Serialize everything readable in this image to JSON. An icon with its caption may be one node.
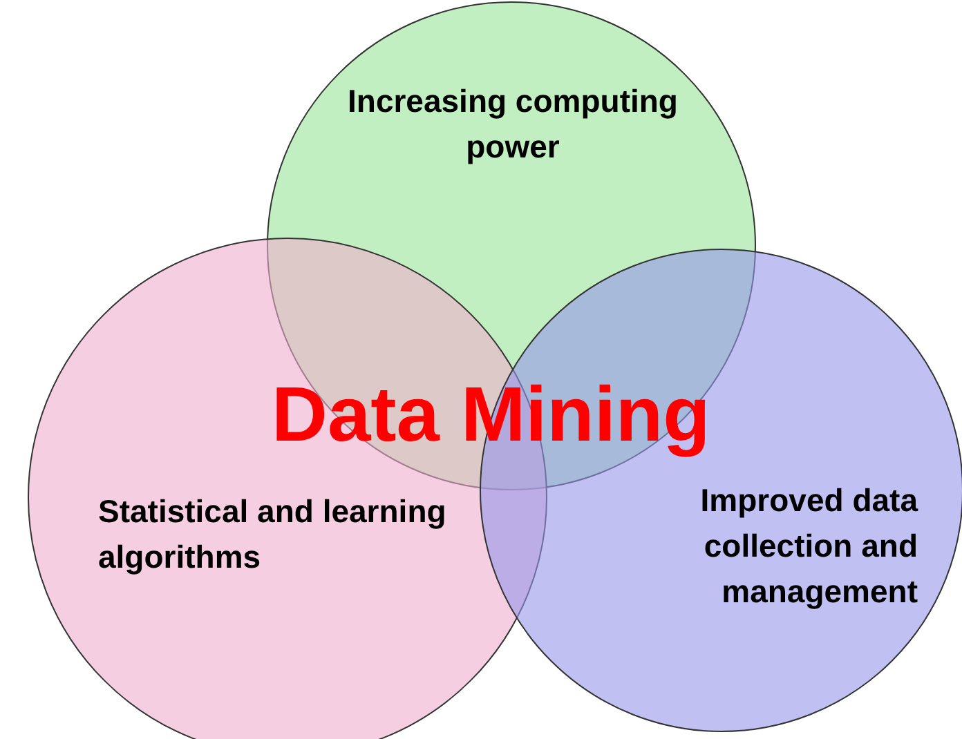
{
  "diagram": {
    "nodes": [
      {
        "text": [
          "Increasing computing power"
        ]
      },
      {
        "text": [
          "Statistical and learning algorithms"
        ]
      },
      {
        "text": [
          "Improved data collection and management"
        ]
      }
    ],
    "labels": [
      "Data Mining"
    ]
  }
}
